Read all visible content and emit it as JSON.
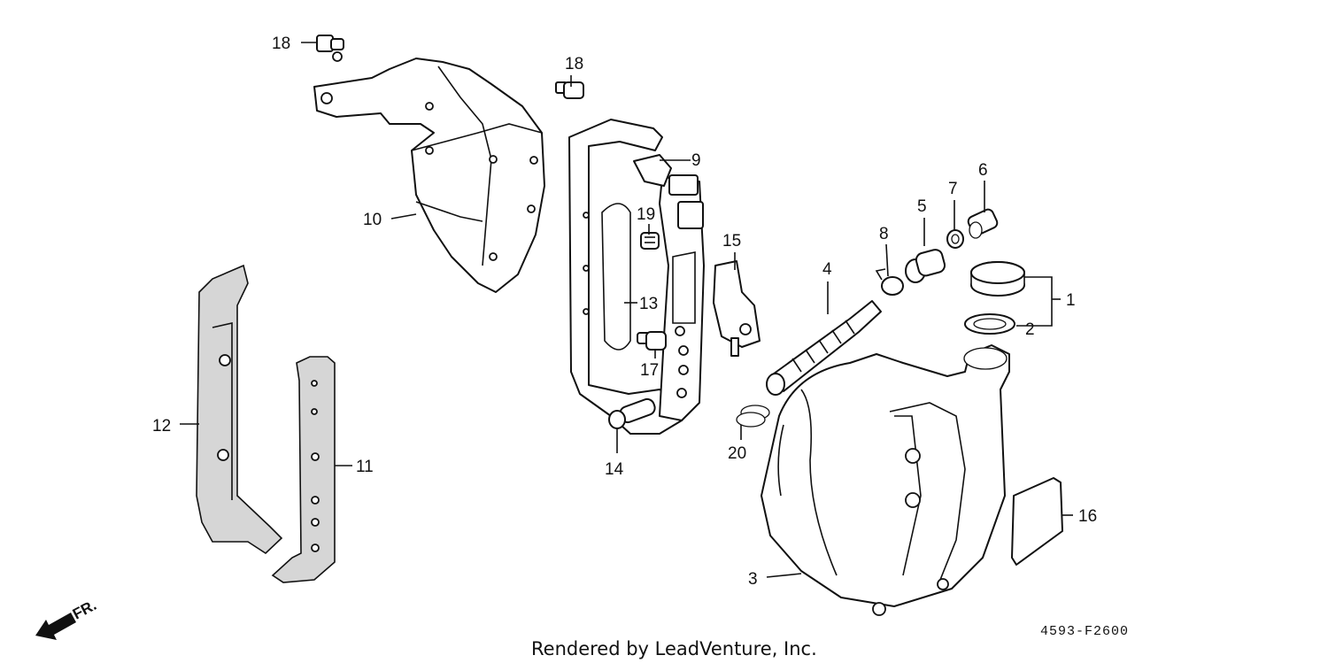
{
  "callouts": {
    "c1": "1",
    "c2": "2",
    "c3": "3",
    "c4": "4",
    "c5": "5",
    "c6": "6",
    "c7": "7",
    "c8": "8",
    "c9": "9",
    "c10": "10",
    "c11": "11",
    "c12": "12",
    "c13": "13",
    "c14": "14",
    "c15": "15",
    "c16": "16",
    "c17": "17",
    "c18a": "18",
    "c18b": "18",
    "c19": "19",
    "c20": "20"
  },
  "front_indicator": "FR.",
  "diagram_code": "4593-F2600",
  "credit": "Rendered by LeadVenture, Inc."
}
